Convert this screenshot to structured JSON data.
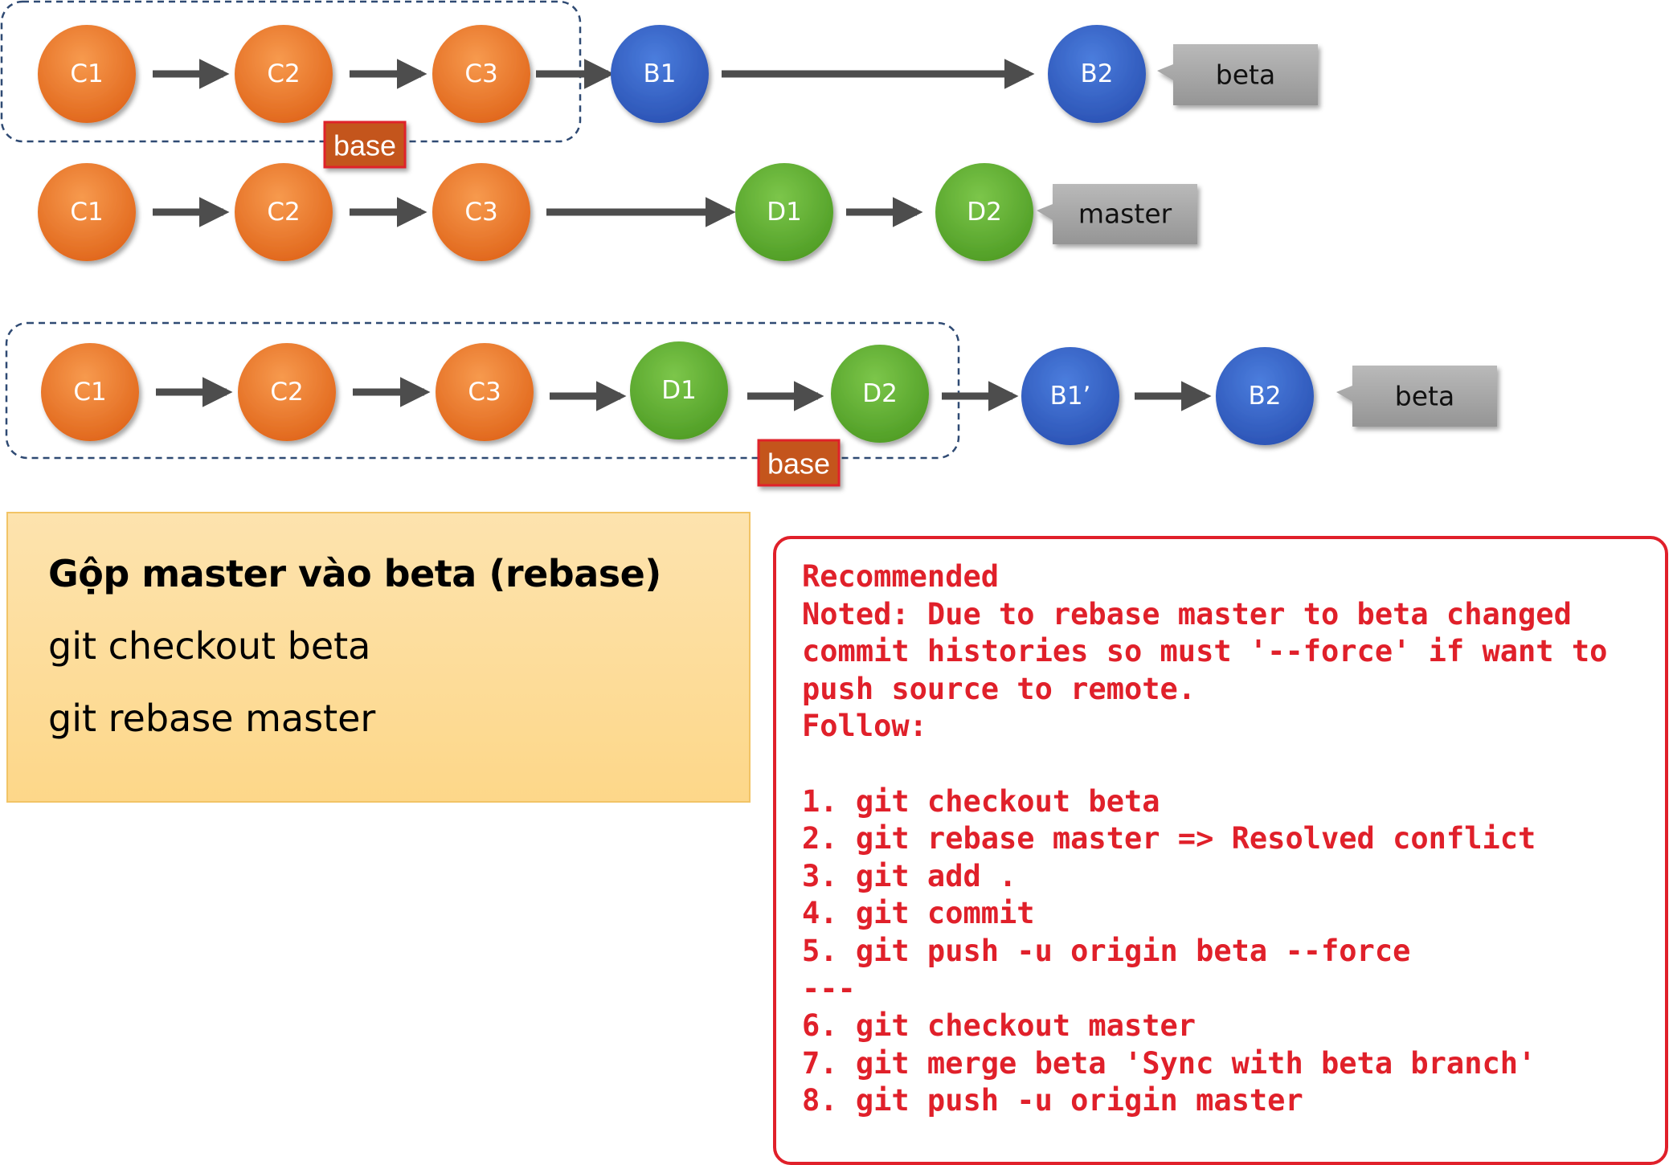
{
  "colors": {
    "orange": "#f07a2c",
    "blue": "#3563c9",
    "green": "#62b332",
    "arrow": "#4d4d4d",
    "tag": "#a6a6a6",
    "base_fill": "#c4551a",
    "base_border": "#e0202a",
    "summary_bg": "#fdd789",
    "recommend_text": "#e0202a"
  },
  "diagram": {
    "row1": {
      "nodes": [
        "C1",
        "C2",
        "C3",
        "B1",
        "B2"
      ],
      "tag": "beta",
      "base": "base"
    },
    "row2": {
      "nodes": [
        "C1",
        "C2",
        "C3",
        "D1",
        "D2"
      ],
      "tag": "master"
    },
    "row3": {
      "nodes": [
        "C1",
        "C2",
        "C3",
        "D1",
        "D2",
        "B1’",
        "B2"
      ],
      "tag": "beta",
      "base": "base"
    }
  },
  "summary": {
    "title": "Gộp master vào beta (rebase)",
    "commands": [
      "git checkout beta",
      "git rebase master"
    ]
  },
  "recommend": {
    "lines": [
      "Recommended",
      "Noted: Due to rebase master to beta changed",
      "commit histories so must '--force' if want to",
      "push source to remote.",
      "Follow:",
      "",
      "1. git checkout beta",
      "2. git rebase master => Resolved conflict",
      "3. git add .",
      "4. git commit",
      "5. git push -u origin beta --force",
      "---",
      "6. git checkout master",
      "7. git merge beta 'Sync with beta branch'",
      "8. git push -u origin master"
    ]
  }
}
